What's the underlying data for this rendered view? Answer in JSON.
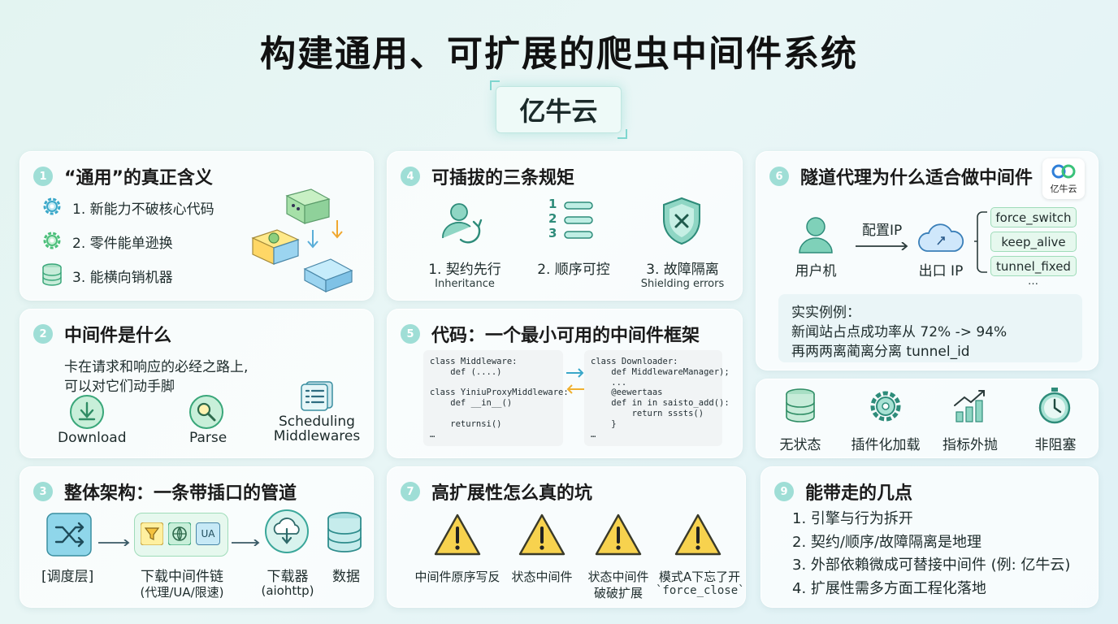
{
  "title": "构建通用、可扩展的爬虫中间件系统",
  "brand": "亿牛云",
  "card1": {
    "num": "1",
    "title": "“通用”的真正含义",
    "items": [
      "1. 新能力不破核心代码",
      "2. 零件能单逊换",
      "3. 能横向销机器"
    ]
  },
  "card2": {
    "num": "2",
    "title": "中间件是什么",
    "desc1": "卡在请求和响应的必经之路上,",
    "desc2": "可以对它们动手脚",
    "icons": [
      "Download",
      "Parse",
      "Scheduling",
      "Middlewares"
    ]
  },
  "card3": {
    "num": "3",
    "title": "整体架构：一条带插口的管道",
    "stages": [
      "[调度层]",
      "下载中间件链",
      "(代理/UA/限速)",
      "下载器",
      "(aiohttp)",
      "数据"
    ],
    "ua": "UA"
  },
  "card4": {
    "num": "4",
    "title": "可插拔的三条规矩",
    "rules": [
      {
        "zh": "1. 契约先行",
        "en": "Inheritance"
      },
      {
        "zh": "2. 顺序可控",
        "en": ""
      },
      {
        "zh": "3. 故障隔离",
        "en": "Shielding errors"
      }
    ],
    "list_nums": [
      "1",
      "2",
      "3"
    ]
  },
  "card5": {
    "num": "5",
    "title": "代码：一个最小可用的中间件框架",
    "code_left": "class Middleware:\n    def (....)\n\nclass YiniuProxyMiddleware:\n    def __in__()\n\n    returnsi()\n…",
    "code_right": "class Downloader:\n    def MiddlewareManager);\n    ...\n    @eewertaas\n    def in in saisto_add():\n        return sssts()\n    }\n…"
  },
  "card6": {
    "num": "6",
    "title": "隧道代理为什么适合做中间件",
    "logo_text": "亿牛云",
    "user": "用户机",
    "config": "配置IP",
    "exit": "出口 IP",
    "tags": [
      "force_switch",
      "keep_alive",
      "tunnel_fixed"
    ],
    "ellipsis": "…",
    "example_title": "实实例例：",
    "example_line1": "新闻站占点成功率从 72% -> 94%",
    "example_line2": "再两两离蔺离分离 tunnel_id"
  },
  "card_features": {
    "items": [
      "无状态",
      "插件化加载",
      "指标外抛",
      "非阻塞"
    ]
  },
  "card7": {
    "num": "7",
    "title": "高扩展性怎么真的坑",
    "warnings": [
      {
        "l1": "中间件原序写反",
        "l2": ""
      },
      {
        "l1": "状态中间件",
        "l2": ""
      },
      {
        "l1": "状态中间件",
        "l2": "破破扩展"
      },
      {
        "l1": "模式A下忘了开",
        "l2": "`force_close`"
      }
    ]
  },
  "card9": {
    "num": "9",
    "title": "能带走的几点",
    "points": [
      "1. 引擎与行为拆开",
      "2. 契约/顺序/故障隔离是地理",
      "3. 外部依賴微成可替接中间件 (例: 亿牛云)",
      "4. 扩展性需多方面工程化落地"
    ]
  },
  "colors": {
    "accent": "#3fbfb2",
    "badge": "#9fded6",
    "warning": "#f5c542",
    "tag_bg": "#e6f8ee"
  }
}
